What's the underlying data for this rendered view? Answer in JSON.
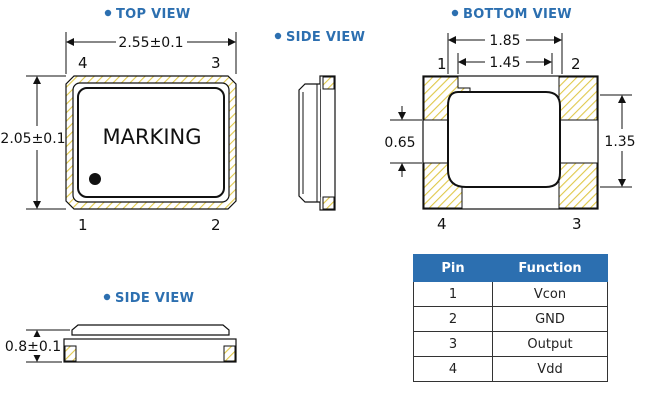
{
  "headings": {
    "top_view": "TOP VIEW",
    "side_view_right": "SIDE VIEW",
    "bottom_view": "BOTTOM VIEW",
    "side_view_bottom": "SIDE VIEW"
  },
  "top_view": {
    "width_dim": "2.55±0.1",
    "height_dim": "2.05±0.1",
    "marking": "MARKING",
    "pins": {
      "p1": "1",
      "p2": "2",
      "p3": "3",
      "p4": "4"
    }
  },
  "bottom_view": {
    "outer_width_dim": "1.85",
    "inner_width_dim": "1.45",
    "right_height_dim": "1.35",
    "left_pad_dim": "0.65",
    "pins": {
      "p1": "1",
      "p2": "2",
      "p3": "3",
      "p4": "4"
    }
  },
  "side_view_bottom": {
    "height_dim": "0.8±0.1"
  },
  "pin_table": {
    "headers": [
      "Pin",
      "Function"
    ],
    "rows": [
      {
        "pin": "1",
        "function": "Vcon"
      },
      {
        "pin": "2",
        "function": "GND"
      },
      {
        "pin": "3",
        "function": "Output"
      },
      {
        "pin": "4",
        "function": "Vdd"
      }
    ]
  },
  "colors": {
    "heading_blue": "#2c6fb0",
    "pad_hatch": "#e0c84a",
    "outline": "#111111"
  }
}
